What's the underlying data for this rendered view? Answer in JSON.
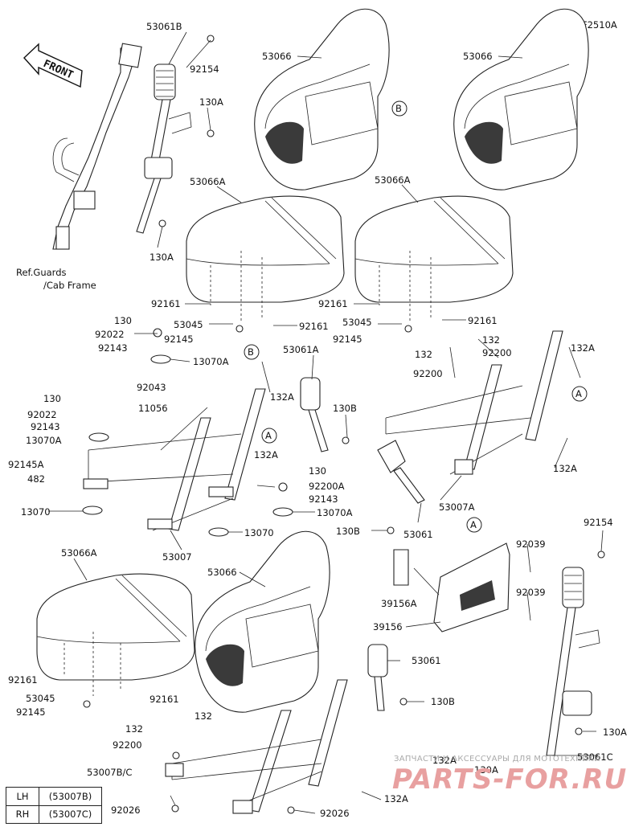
{
  "figure_code": "F2510A",
  "front_arrow": "FRONT",
  "ref_note": [
    "Ref.Guards",
    "/Cab Frame"
  ],
  "callouts": {
    "A": "A",
    "B": "B"
  },
  "legend": [
    {
      "side": "LH",
      "part": "(53007B)"
    },
    {
      "side": "RH",
      "part": "(53007C)"
    }
  ],
  "watermark": {
    "small": "ЗАПЧАСТИ И АКСЕССУАРЫ ДЛЯ МОТОТЕХНИКИ",
    "big": "PARTS-FOR.RU"
  },
  "labels": {
    "l1": "53061B",
    "l2": "92154",
    "l3": "130A",
    "l4": "130A",
    "l5": "53066",
    "l6": "53066",
    "l7": "53066A",
    "l8": "53066A",
    "l9": "92161",
    "l10": "53045",
    "l11": "92161",
    "l12": "92145",
    "l13": "92161",
    "l14": "53045",
    "l15": "92145",
    "l16": "92161",
    "l17": "130",
    "l18": "92022",
    "l19": "92143",
    "l20": "13070A",
    "l21": "53061A",
    "l22": "132",
    "l23": "92200",
    "l24": "132",
    "l25": "92200",
    "l26": "132A",
    "l27": "92043",
    "l28": "130",
    "l29": "92022",
    "l30": "11056",
    "l31": "92143",
    "l32": "13070A",
    "l33": "132A",
    "l34": "130B",
    "l35": "92145A",
    "l36": "482",
    "l37": "132A",
    "l38": "130",
    "l39": "92200A",
    "l40": "92143",
    "l41": "13070A",
    "l42": "13070",
    "l43": "13070",
    "l44": "53007",
    "l45": "132A",
    "l46": "53007A",
    "l47": "130B",
    "l48": "53061",
    "l49": "53066A",
    "l50": "53066",
    "l51": "92039",
    "l52": "92039",
    "l53": "39156A",
    "l54": "39156",
    "l55": "92154",
    "l56": "53061",
    "l57": "130B",
    "l58": "92161",
    "l59": "53045",
    "l60": "92161",
    "l61": "92145",
    "l62": "132",
    "l63": "132",
    "l64": "92200",
    "l65": "53007B/C",
    "l66": "92026",
    "l67": "92026",
    "l68": "132A",
    "l69": "130A",
    "l70": "53061C",
    "l71": "130A",
    "l72": "132A"
  }
}
